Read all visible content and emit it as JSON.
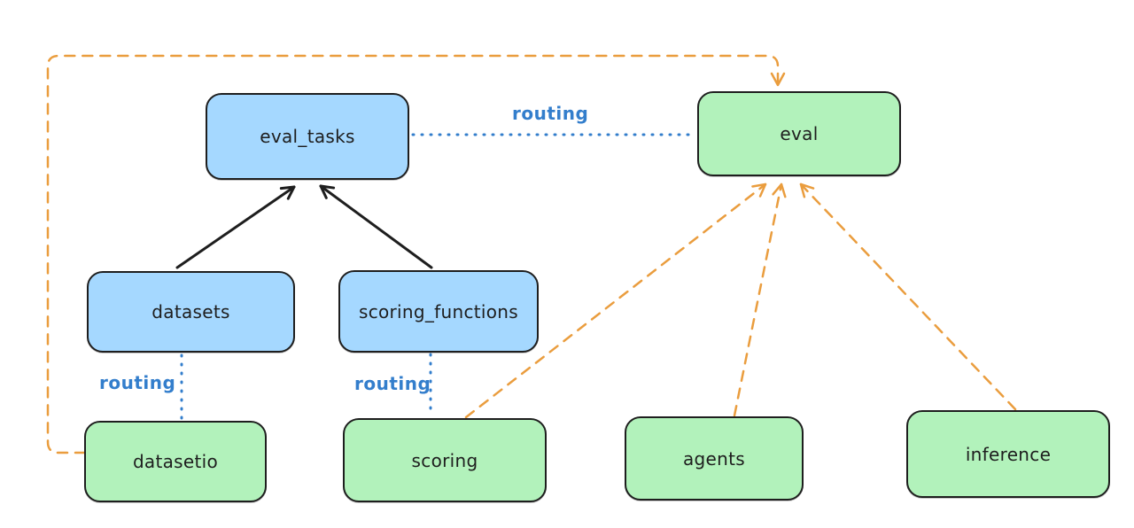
{
  "diagram": {
    "background": "#ffffff",
    "nodes": {
      "eval_tasks": {
        "label": "eval_tasks",
        "fill": "#a5d8ff"
      },
      "eval": {
        "label": "eval",
        "fill": "#b2f2bb"
      },
      "datasets": {
        "label": "datasets",
        "fill": "#a5d8ff"
      },
      "scoring_functions": {
        "label": "scoring_functions",
        "fill": "#a5d8ff"
      },
      "datasetio": {
        "label": "datasetio",
        "fill": "#b2f2bb"
      },
      "scoring": {
        "label": "scoring",
        "fill": "#b2f2bb"
      },
      "agents": {
        "label": "agents",
        "fill": "#b2f2bb"
      },
      "inference": {
        "label": "inference",
        "fill": "#b2f2bb"
      }
    },
    "labels": {
      "routing_eval_tasks_eval": "routing",
      "routing_datasets_datasetio": "routing",
      "routing_scoring_functions_scoring": "routing"
    },
    "edges": [
      {
        "from": "datasets",
        "to": "eval_tasks",
        "style": "solid",
        "color": "#1e1e1e",
        "arrow": true,
        "label": ""
      },
      {
        "from": "scoring_functions",
        "to": "eval_tasks",
        "style": "solid",
        "color": "#1e1e1e",
        "arrow": true,
        "label": ""
      },
      {
        "from": "eval_tasks",
        "to": "eval",
        "style": "dotted",
        "color": "#337ecc",
        "arrow": false,
        "label": "routing"
      },
      {
        "from": "datasets",
        "to": "datasetio",
        "style": "dotted",
        "color": "#337ecc",
        "arrow": false,
        "label": "routing"
      },
      {
        "from": "scoring_functions",
        "to": "scoring",
        "style": "dotted",
        "color": "#337ecc",
        "arrow": false,
        "label": "routing"
      },
      {
        "from": "datasetio",
        "to": "eval",
        "style": "dashed",
        "color": "#ea9d3e",
        "arrow": true,
        "label": ""
      },
      {
        "from": "scoring",
        "to": "eval",
        "style": "dashed",
        "color": "#ea9d3e",
        "arrow": true,
        "label": ""
      },
      {
        "from": "agents",
        "to": "eval",
        "style": "dashed",
        "color": "#ea9d3e",
        "arrow": true,
        "label": ""
      },
      {
        "from": "inference",
        "to": "eval",
        "style": "dashed",
        "color": "#ea9d3e",
        "arrow": true,
        "label": ""
      }
    ],
    "colors": {
      "node_border": "#1e1e1e",
      "blue_node_fill": "#a5d8ff",
      "green_node_fill": "#b2f2bb",
      "routing_blue": "#337ecc",
      "orange_dashed": "#ea9d3e",
      "arrow_black": "#1e1e1e",
      "background": "#ffffff"
    }
  }
}
